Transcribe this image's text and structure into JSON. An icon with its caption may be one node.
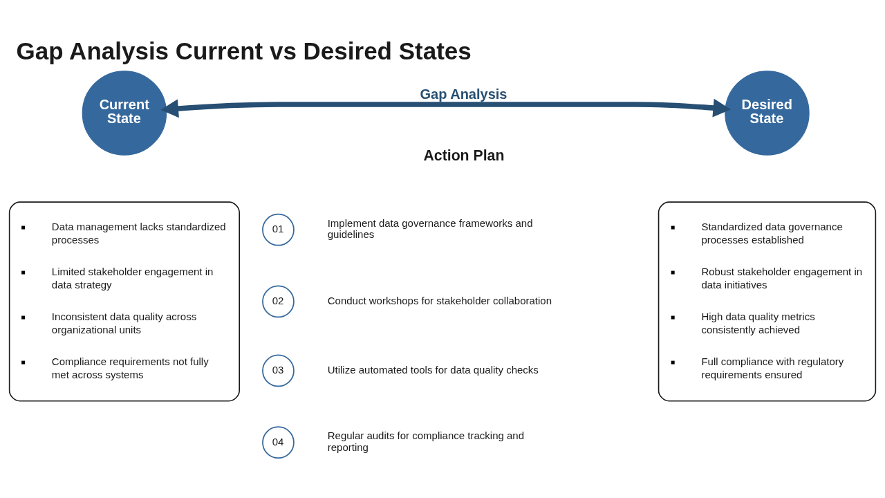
{
  "diagram": {
    "title": "Gap Analysis Current vs Desired States",
    "nodes": [
      {
        "text": [
          "Current State"
        ]
      },
      {
        "text": [
          "Desired State"
        ]
      },
      {
        "text": [
          "Data management lacks standardized processes",
          "Limited stakeholder engagement in data strategy",
          "Inconsistent data quality across organizational units",
          "Compliance requirements not fully met across systems"
        ]
      },
      {
        "text": [
          "01"
        ],
        "beside": [
          "Implement data governance frameworks and guidelines"
        ]
      },
      {
        "text": [
          "02"
        ],
        "beside": [
          "Conduct workshops for stakeholder collaboration"
        ]
      },
      {
        "text": [
          "03"
        ],
        "beside": [
          "Utilize automated tools for data quality checks"
        ]
      },
      {
        "text": [
          "04"
        ],
        "beside": [
          "Regular audits for compliance tracking and reporting"
        ]
      },
      {
        "text": [
          "Standardized data governance processes established",
          "Robust stakeholder engagement in data initiatives",
          "High data quality metrics consistently achieved",
          "Full compliance with regulatory requirements ensured"
        ]
      }
    ],
    "edges": [
      {
        "from": 0,
        "to": 1,
        "arrow": "both",
        "label": "Gap Analysis"
      }
    ],
    "labels": [
      "Action Plan"
    ]
  }
}
